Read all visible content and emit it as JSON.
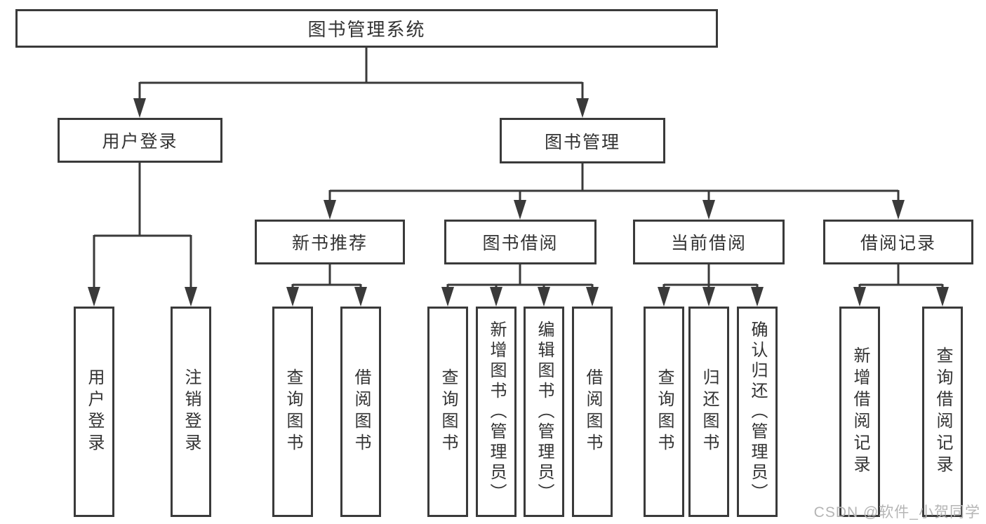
{
  "tree": {
    "root": "图书管理系统",
    "children": [
      {
        "label": "用户登录",
        "children": [
          "用户登录",
          "注销登录"
        ]
      },
      {
        "label": "图书管理",
        "children": [
          {
            "label": "新书推荐",
            "children": [
              "查询图书",
              "借阅图书"
            ]
          },
          {
            "label": "图书借阅",
            "children": [
              "查询图书",
              "新增图书（管理员）",
              "编辑图书（管理员）",
              "借阅图书"
            ]
          },
          {
            "label": "当前借阅",
            "children": [
              "查询图书",
              "归还图书",
              "确认归还（管理员）"
            ]
          },
          {
            "label": "借阅记录",
            "children": [
              "新增借阅记录",
              "查询借阅记录"
            ]
          }
        ]
      }
    ]
  },
  "watermark": {
    "text": "CSDN @软件_小贺同学"
  },
  "colors": {
    "line": "#3a3a3a",
    "text": "#333333",
    "watermark": "#b5b5b5",
    "background": "#ffffff"
  }
}
